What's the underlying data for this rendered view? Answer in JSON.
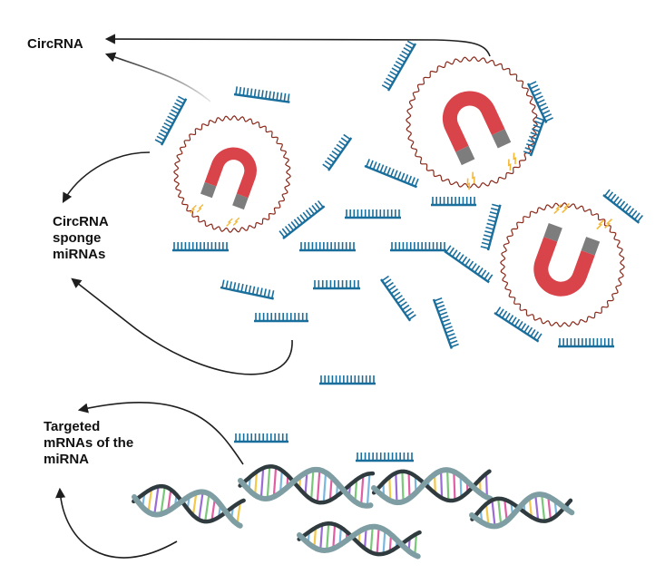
{
  "labels": {
    "circrna": "CircRNA",
    "sponge": "CircRNA\nsponge\nmiRNAs",
    "targeted": "Targeted\nmRNAs of the\nmiRNA"
  },
  "colors": {
    "mirna": "#1a6e9c",
    "circle": "#8a2a1c",
    "magnet_red": "#d9434a",
    "magnet_gray": "#7d7d7d",
    "spark": "#f2b93b",
    "helix_backbone": "#7f9ea3",
    "helix_dark": "#2f3b3e",
    "arrow": "#1e1e1e"
  }
}
